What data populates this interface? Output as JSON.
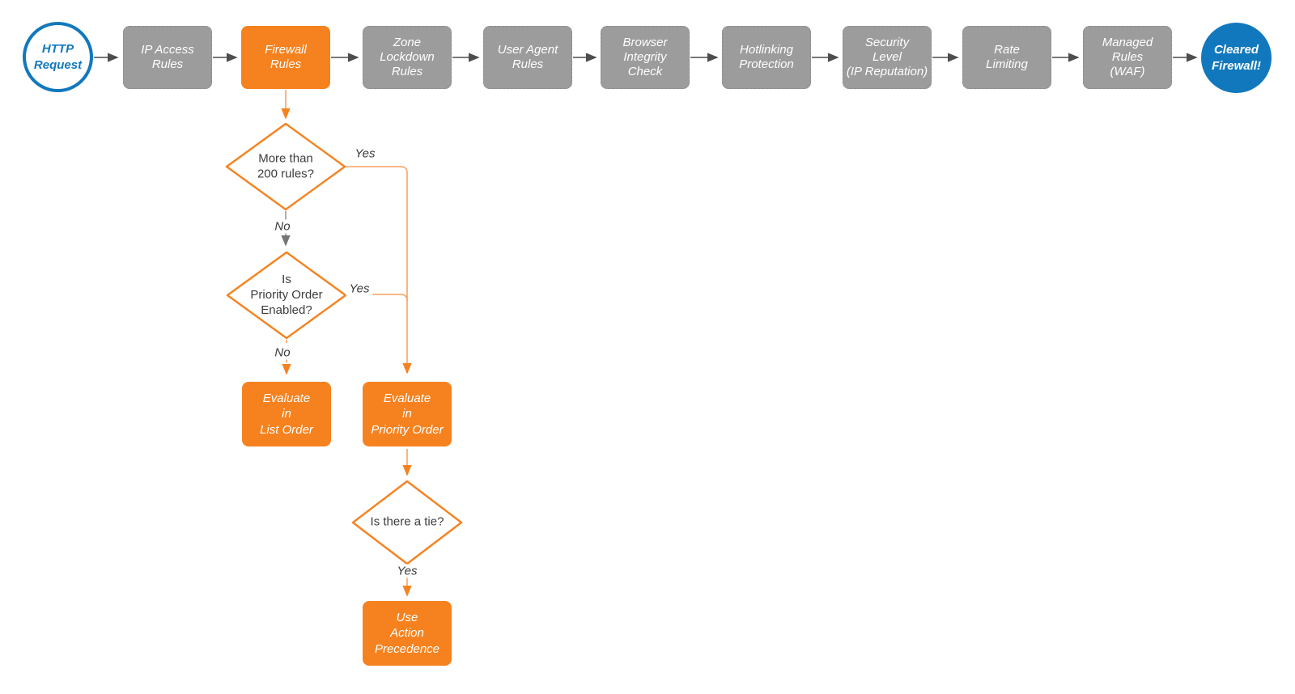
{
  "diagram": {
    "title": "HTTP request firewall evaluation flowchart",
    "start": {
      "label": "HTTP\nRequest"
    },
    "end": {
      "label": "Cleared\nFirewall!"
    },
    "pipeline": [
      {
        "label": "IP Access\nRules",
        "highlight": false
      },
      {
        "label": "Firewall\nRules",
        "highlight": true
      },
      {
        "label": "Zone\nLockdown\nRules",
        "highlight": false
      },
      {
        "label": "User Agent\nRules",
        "highlight": false
      },
      {
        "label": "Browser\nIntegrity\nCheck",
        "highlight": false
      },
      {
        "label": "Hotlinking\nProtection",
        "highlight": false
      },
      {
        "label": "Security\nLevel\n(IP Reputation)",
        "highlight": false
      },
      {
        "label": "Rate\nLimiting",
        "highlight": false
      },
      {
        "label": "Managed\nRules\n(WAF)",
        "highlight": false
      }
    ],
    "decisions": [
      {
        "label": "More than\n200 rules?"
      },
      {
        "label": "Is\nPriority Order\nEnabled?"
      },
      {
        "label": "Is there a tie?"
      }
    ],
    "actions": [
      {
        "label": "Evaluate\nin\nList Order"
      },
      {
        "label": "Evaluate\nin\nPriority Order"
      },
      {
        "label": "Use\nAction\nPrecedence"
      }
    ],
    "edge_labels": {
      "yes_over_200": "Yes",
      "no_over_200": "No",
      "yes_priority": "Yes",
      "no_priority": "No",
      "yes_tie": "Yes"
    },
    "colors": {
      "orange": "#f6821f",
      "orange_line": "#f9a160",
      "blue": "#1278bd",
      "gray_fill": "#9c9c9c",
      "gray_border": "#8d8d8d",
      "dark_line": "#4d4d4d",
      "gray_line": "#9a9a9a"
    }
  }
}
